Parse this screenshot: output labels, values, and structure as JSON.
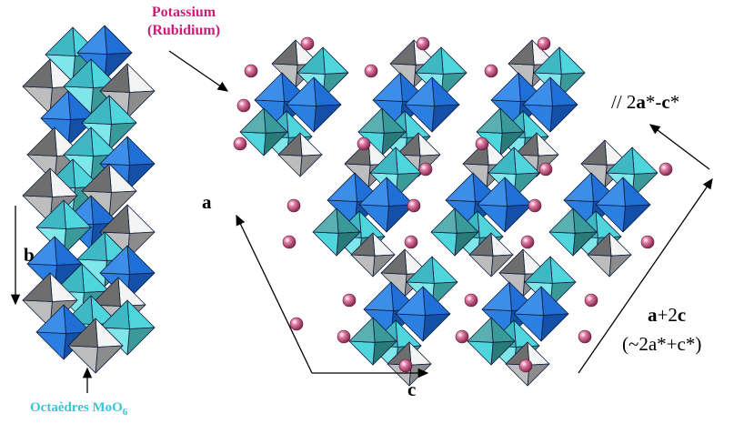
{
  "labels": {
    "potassium_line1": "Potassium",
    "potassium_line2": "(Rubidium)",
    "octahedra_main": "Octaèdres MoO",
    "octahedra_sub": "6",
    "axis_a": "a",
    "axis_b": "b",
    "axis_c": "c"
  },
  "directions": {
    "top_right": {
      "prefix": "// 2",
      "bold1": "a",
      "mid": "*-",
      "bold2": "c",
      "suffix": "*"
    },
    "bottom_right_1": {
      "bold1": "a",
      "mid": "+2",
      "bold2": "c"
    },
    "bottom_right_2": {
      "text": "(~2a*+c*)"
    }
  },
  "colors": {
    "atom": "#b8557a",
    "label_pink": "#d01a78",
    "label_cyan": "#3cc4d6",
    "octa_blue": "#1f6fd6",
    "octa_cyan": "#4fd6dd",
    "octa_teal": "#3a9a9a",
    "octa_grey": "#8c8c8c",
    "octa_white": "#f4f4f4"
  }
}
